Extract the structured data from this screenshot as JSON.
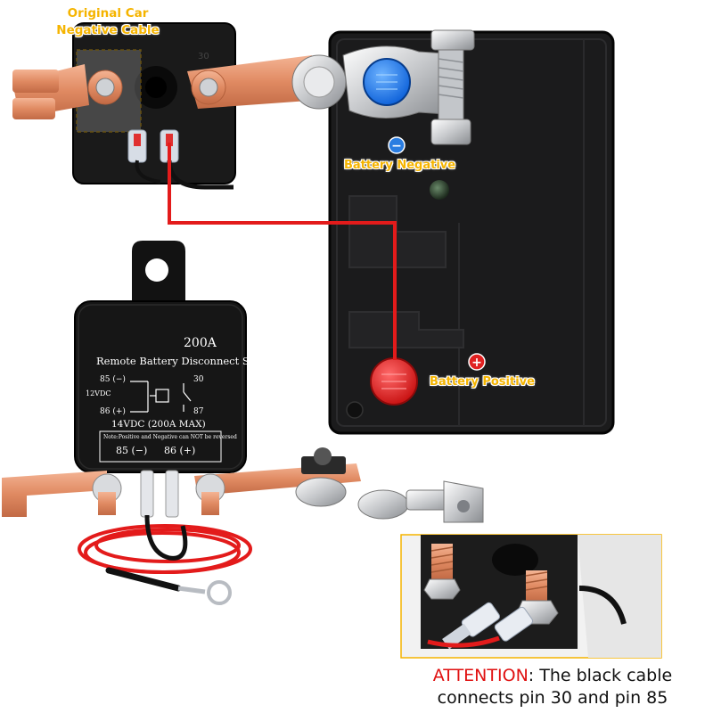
{
  "callouts": {
    "original_cable_line1": "Original Car",
    "original_cable_line2": "Negative Cable",
    "battery_negative": "Battery Negative",
    "battery_positive": "Battery Positive"
  },
  "switch_top": {
    "pin_30": "30"
  },
  "relay": {
    "rating": "200A",
    "title": "Remote Battery Disconnect Switch",
    "pin_85_neg": "85 (−)",
    "pin_30": "30",
    "voltage_small": "12VDC",
    "pin_86_pos": "86 (+)",
    "pin_87": "87",
    "spec": "14VDC  (200A  MAX)",
    "note": "Note:Positive and Negative can NOT be reversed",
    "pin_85_bottom": "85  (−)",
    "pin_86_bottom": "86  (+)"
  },
  "attention": {
    "keyword": "ATTENTION",
    "rest_line1": ": The black cable",
    "line2": "connects pin 30 and pin 85"
  },
  "symbols": {
    "minus": "−",
    "plus": "+"
  },
  "colors": {
    "callout_yellow": "#f5b400",
    "red_wire": "#e31b1b",
    "minus_badge": "#2a7de1",
    "plus_badge": "#e02020",
    "attention_red": "#e01010",
    "copper": "#e8946a"
  }
}
